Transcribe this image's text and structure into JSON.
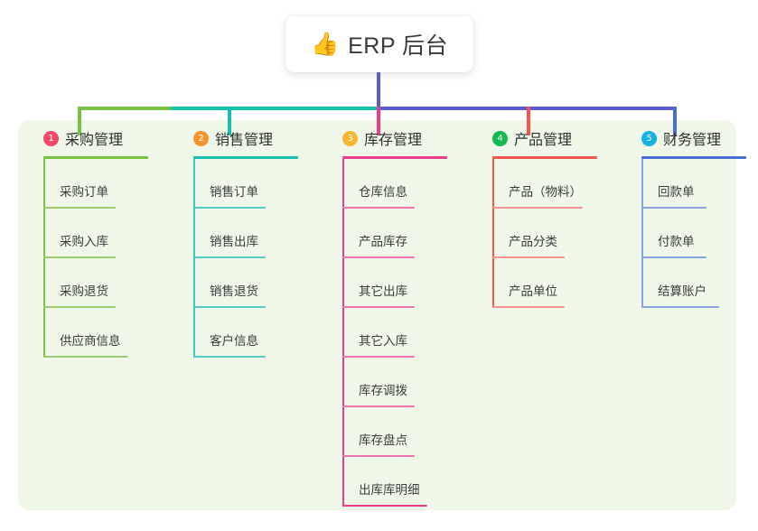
{
  "title": {
    "emoji": "👍",
    "emoji_name": "thumbs-up-emoji",
    "text": "ERP 后台"
  },
  "palette": {
    "panel_background": "#eff7e9",
    "page_background": "#ffffff",
    "card_background": "#ffffff",
    "text": "#3c3c3c",
    "trunk_line": "#5b5bd6"
  },
  "columns": [
    {
      "number": "1",
      "title": "采购管理",
      "badge_color": "#f2496b",
      "line_color": "#7ac143",
      "items": [
        "采购订单",
        "采购入库",
        "采购退货",
        "供应商信息"
      ]
    },
    {
      "number": "2",
      "title": "销售管理",
      "badge_color": "#f5942f",
      "line_color": "#18bfad",
      "items": [
        "销售订单",
        "销售出库",
        "销售退货",
        "客户信息"
      ]
    },
    {
      "number": "3",
      "title": "库存管理",
      "badge_color": "#f7b731",
      "line_color": "#ec3d8b",
      "items": [
        "仓库信息",
        "产品库存",
        "其它出库",
        "其它入库",
        "库存调拨",
        "库存盘点",
        "出库库明细"
      ]
    },
    {
      "number": "4",
      "title": "产品管理",
      "badge_color": "#12bb4f",
      "line_color": "#f4564f",
      "items": [
        "产品（物料）",
        "产品分类",
        "产品单位"
      ]
    },
    {
      "number": "5",
      "title": "财务管理",
      "badge_color": "#14b2e6",
      "line_color": "#4a6fd4",
      "items": [
        "回款单",
        "付款单",
        "结算账户"
      ]
    }
  ]
}
